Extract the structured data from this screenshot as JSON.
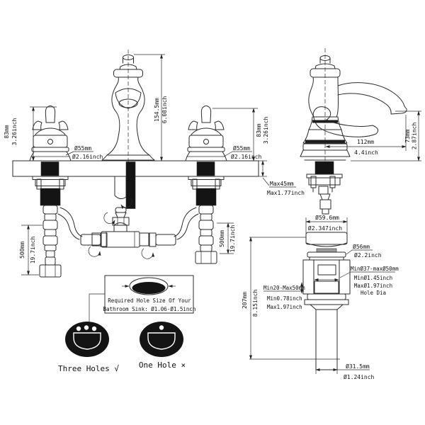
{
  "front_view": {
    "left_handle_height": {
      "mm": "83mm",
      "inch": "3.26inch"
    },
    "left_handle_dia": {
      "mm": "Ø55mm",
      "inch": "Ø2.16inch"
    },
    "spout_height": {
      "mm": "154.5mm",
      "inch": "6.08inch"
    },
    "right_handle_height": {
      "mm": "83mm",
      "inch": "3.26inch"
    },
    "right_handle_dia": {
      "mm": "Ø55mm",
      "inch": "Ø2.16inch"
    },
    "deck_thickness": {
      "mm": "Max45mm",
      "inch": "Max1.77inch"
    },
    "left_hose_length": {
      "mm": "500mm",
      "inch": "19.7inch"
    },
    "right_hose_length": {
      "mm": "500mm",
      "inch": "19.7inch"
    }
  },
  "side_view": {
    "spout_reach": {
      "mm": "112mm",
      "inch": "4.4inch"
    },
    "spout_height_above_deck": {
      "mm": "73mm",
      "inch": "2.87inch"
    }
  },
  "drain": {
    "cap_dia": {
      "mm": "Ø59.6mm",
      "inch": "Ø2.347inch"
    },
    "flange_dia": {
      "mm": "Ø56mm",
      "inch": "Ø2.2inch"
    },
    "hole_dia": {
      "mm": "MinØ37-maxØ50mm",
      "inch_min": "MinØ1.45inch",
      "inch_max": "MaxØ1.97inch",
      "label": "Hole Dia"
    },
    "deck_thickness": {
      "mm": "Min20-Max50mm",
      "inch_min": "Min0.78inch",
      "inch_max": "Max1.97inch"
    },
    "overall_height": {
      "mm": "207mm",
      "inch": "8.15inch"
    },
    "tailpipe_dia": {
      "mm": "Ø31.5mm",
      "inch": "Ø1.24inch"
    }
  },
  "hole_note": {
    "line1": "Required Hole Size Of Your",
    "line2": "Bathroom Sink: Ø1.06-Ø1.5inch"
  },
  "sink_options": {
    "three_holes": "Three Holes √",
    "one_hole": "One Hole ×"
  }
}
